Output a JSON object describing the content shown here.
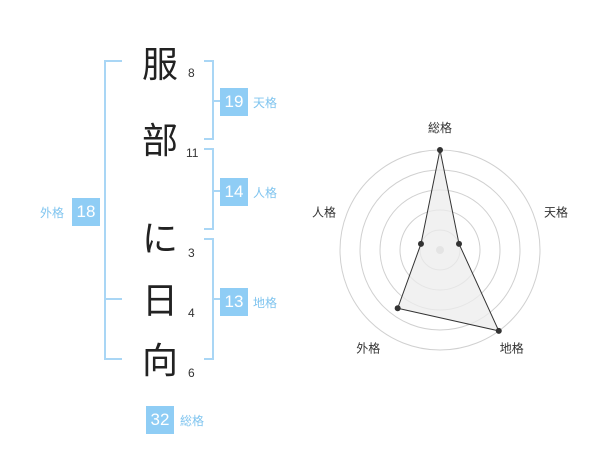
{
  "name_chars": [
    {
      "char": "服",
      "strokes": "8"
    },
    {
      "char": "部",
      "strokes": "11"
    },
    {
      "char": "に",
      "strokes": "3"
    },
    {
      "char": "日",
      "strokes": "4"
    },
    {
      "char": "向",
      "strokes": "6"
    }
  ],
  "fortunes": {
    "tenkaku": {
      "value": "19",
      "label": "天格"
    },
    "jinkaku": {
      "value": "14",
      "label": "人格"
    },
    "chikaku": {
      "value": "13",
      "label": "地格"
    },
    "gaikaku": {
      "value": "18",
      "label": "外格"
    },
    "soukaku": {
      "value": "32",
      "label": "総格"
    }
  },
  "colors": {
    "accent": "#8fcdf5",
    "bracket": "#a9d6f5",
    "radar_fill": "#ececec",
    "radar_line": "#333333",
    "ring": "#d0d0d0"
  },
  "chart_data": {
    "type": "radar",
    "axes": [
      "総格",
      "天格",
      "地格",
      "外格",
      "人格"
    ],
    "values": [
      5,
      1,
      5,
      3.6,
      1
    ],
    "max": 5,
    "rings": 5
  }
}
